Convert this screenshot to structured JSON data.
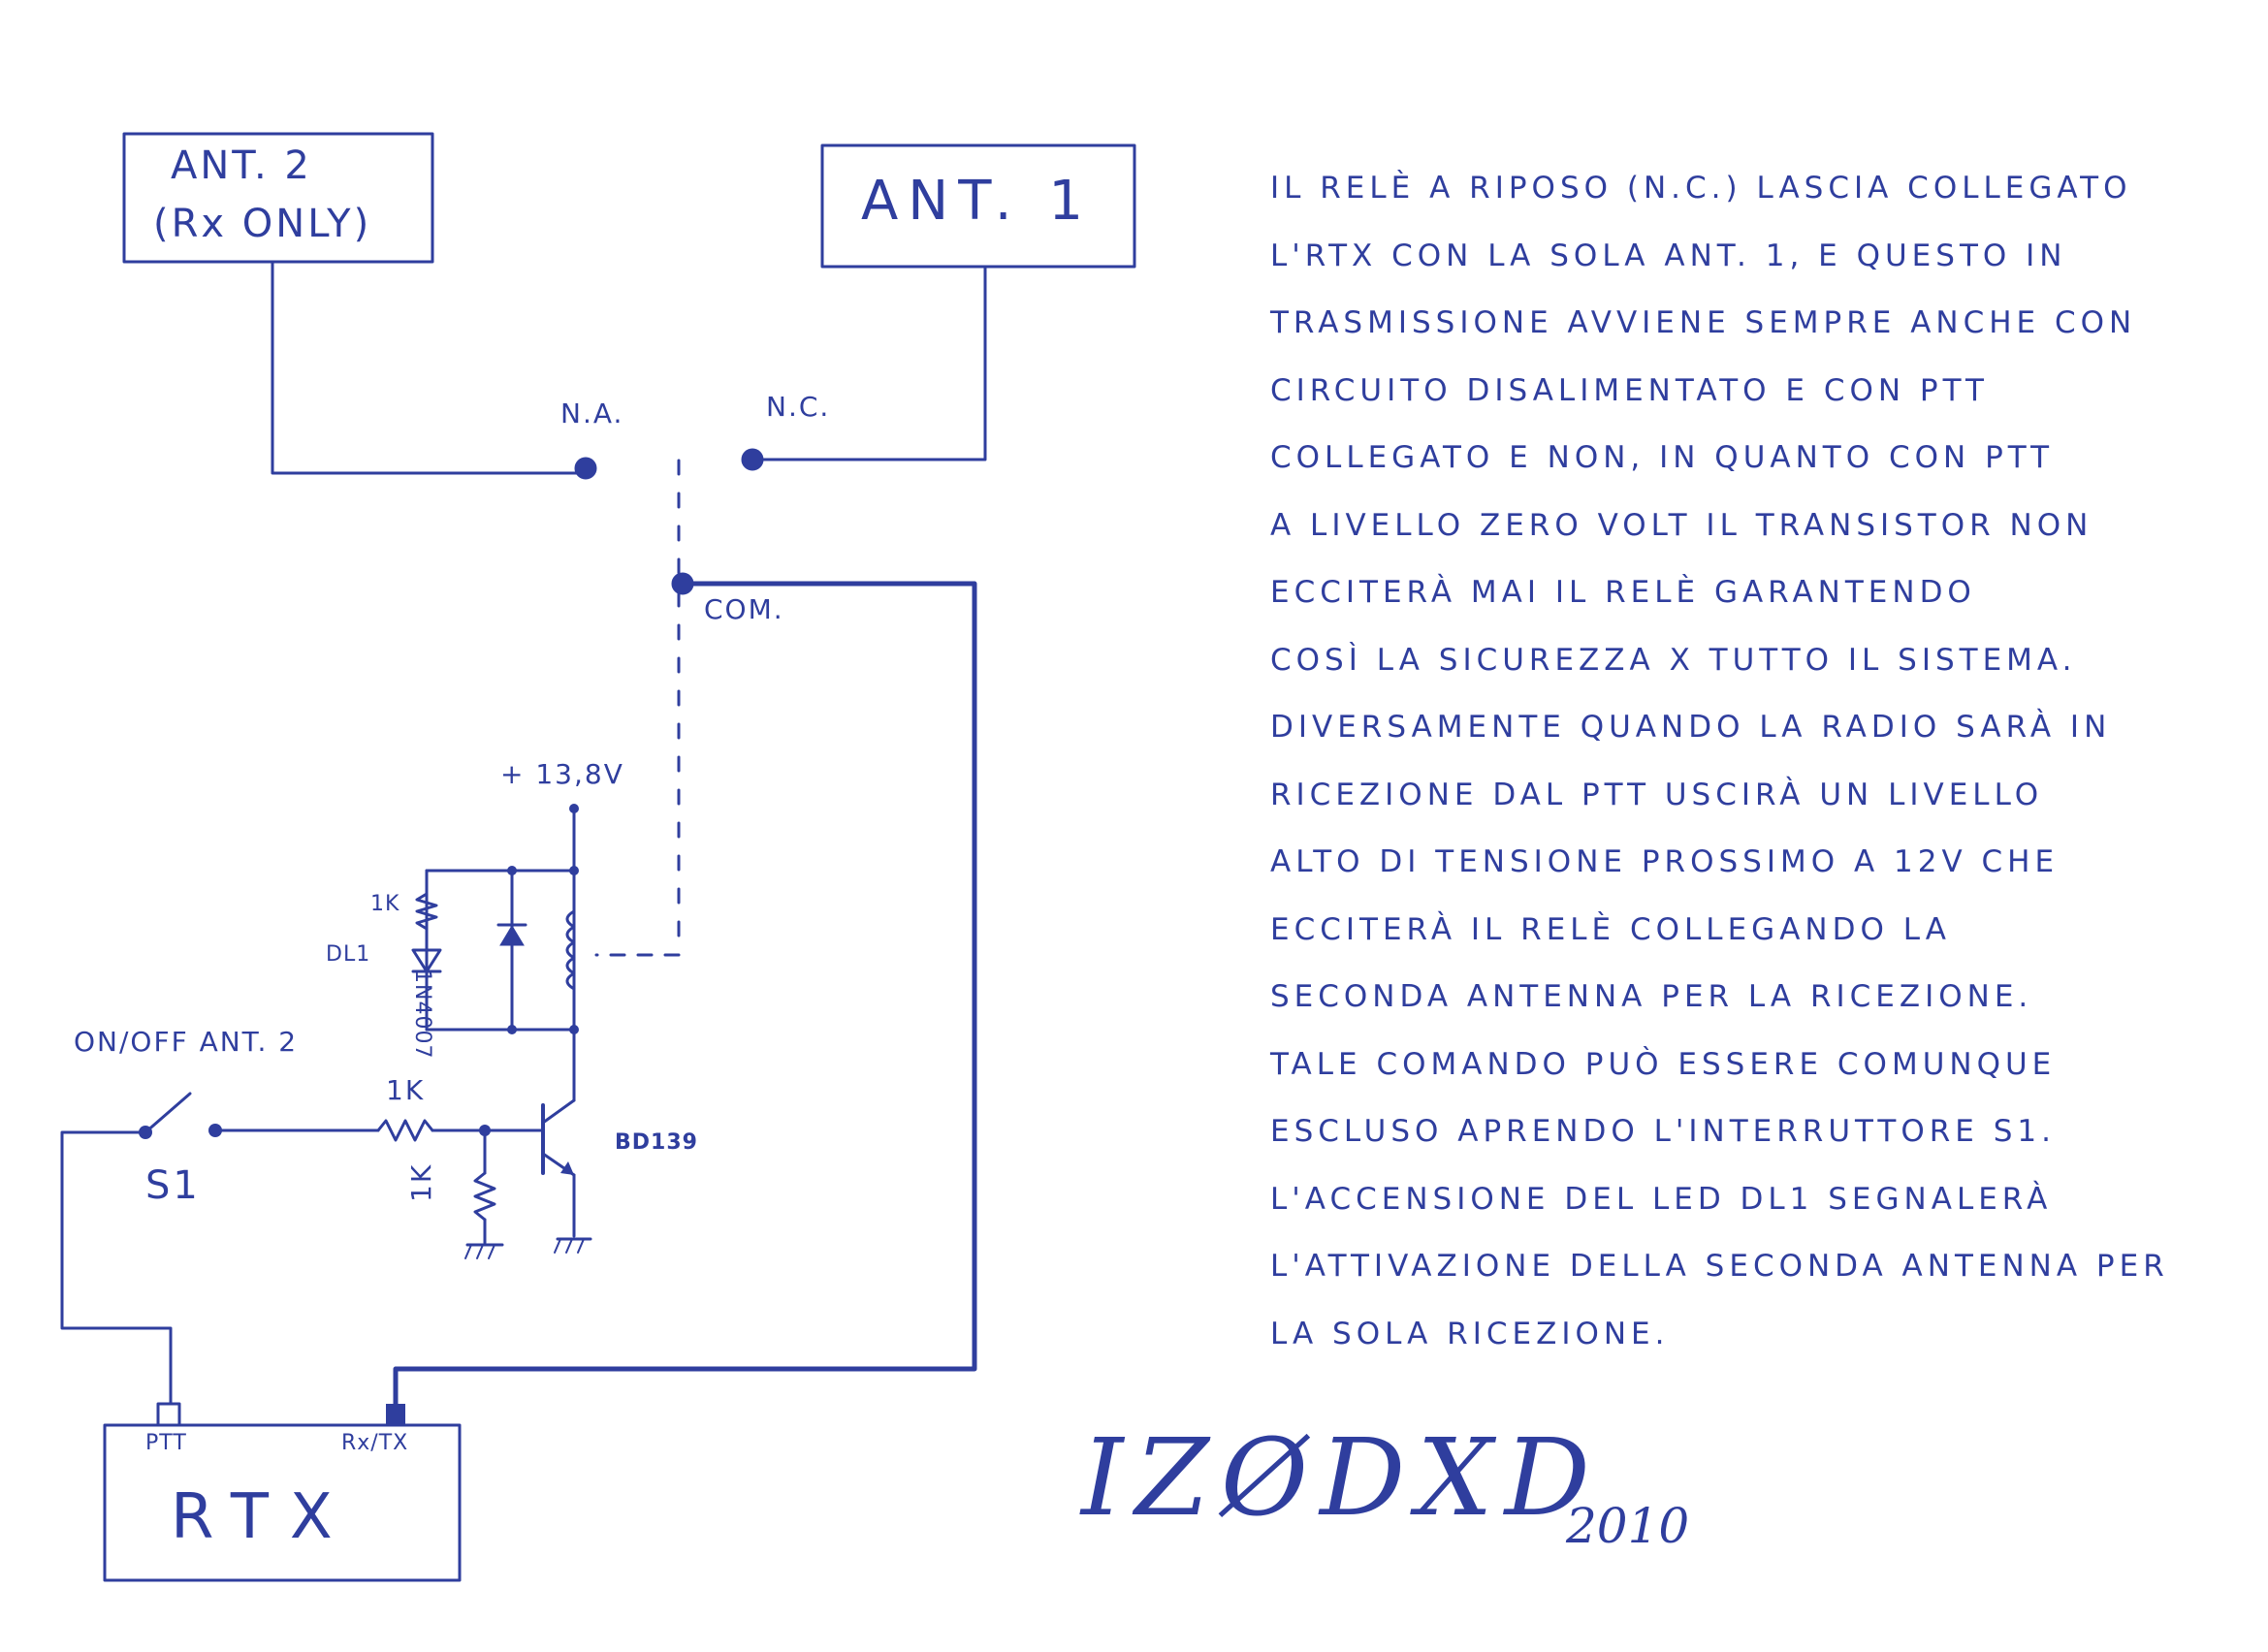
{
  "colors": {
    "ink": "#2f3e9e",
    "paper": "#ffffff"
  },
  "schematic": {
    "ant2": {
      "line1": "ANT. 2",
      "line2": "(Rx ONLY)"
    },
    "ant1": "ANT. 1",
    "relay": {
      "na": "N.A.",
      "nc": "N.C.",
      "com": "COM."
    },
    "supply": "+ 13,8V",
    "led_resistor": "1K",
    "led": "DL1",
    "diode": "1N4007",
    "switch_label": "ON/OFF ANT. 2",
    "switch_name": "S1",
    "base_resistor": "1K",
    "pulldown_resistor": "1K",
    "transistor": "BD139",
    "rtx": {
      "title": "RTX",
      "ptt": "PTT",
      "rxtx": "Rx/TX"
    }
  },
  "notes": [
    "IL RELÈ A RIPOSO (N.C.) LASCIA COLLEGATO",
    "L'RTX CON LA SOLA ANT. 1, E QUESTO IN",
    "TRASMISSIONE AVVIENE SEMPRE ANCHE CON",
    "CIRCUITO DISALIMENTATO E CON PTT",
    "COLLEGATO E NON, IN QUANTO CON PTT",
    "A LIVELLO ZERO VOLT IL TRANSISTOR NON",
    "ECCITERÀ MAI IL RELÈ GARANTENDO",
    "COSÌ LA SICUREZZA X TUTTO IL SISTEMA.",
    "DIVERSAMENTE QUANDO LA RADIO SARÀ IN",
    "RICEZIONE DAL PTT USCIRÀ UN LIVELLO",
    "ALTO DI TENSIONE PROSSIMO A 12V CHE",
    "ECCITERÀ IL RELÈ COLLEGANDO LA",
    "SECONDA ANTENNA PER LA RICEZIONE.",
    "TALE COMANDO PUÒ ESSERE COMUNQUE",
    "ESCLUSO APRENDO L'INTERRUTTORE S1.",
    "L'ACCENSIONE DEL LED DL1 SEGNALERÀ",
    "L'ATTIVAZIONE DELLA SECONDA ANTENNA PER",
    "LA SOLA RICEZIONE."
  ],
  "signature": "IZØDXD",
  "year": "2010"
}
